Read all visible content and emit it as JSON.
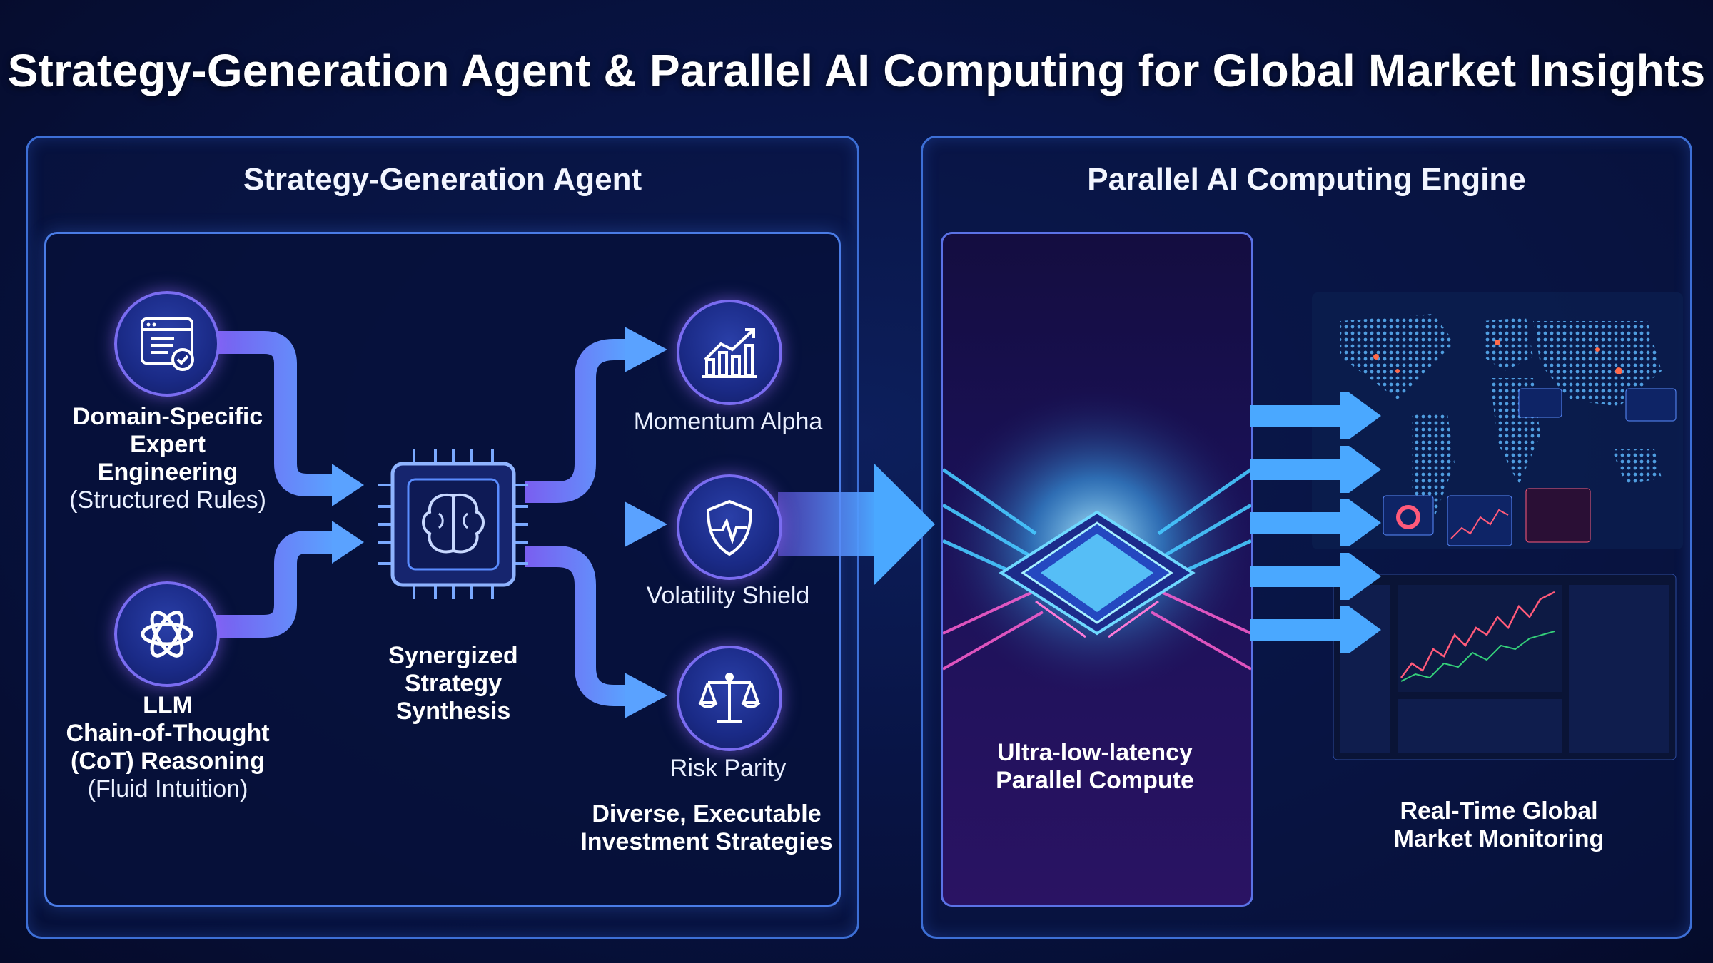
{
  "title": "Strategy-Generation Agent & Parallel AI Computing for Global Market Insights",
  "left_panel": {
    "title": "Strategy-Generation Agent",
    "inputs": [
      {
        "line1": "Domain-Specific",
        "line2": "Expert",
        "line3": "Engineering",
        "note": "(Structured Rules)",
        "icon": "rules-document-icon"
      },
      {
        "line1": "LLM",
        "line2": "Chain-of-Thought",
        "line3": "(CoT) Reasoning",
        "note": "(Fluid Intuition)",
        "icon": "llm-knot-icon"
      }
    ],
    "core": {
      "line1": "Synergized",
      "line2": "Strategy",
      "line3": "Synthesis",
      "icon": "brain-chip-icon"
    },
    "outputs": [
      {
        "label": "Momentum Alpha",
        "icon": "trend-chart-icon"
      },
      {
        "label": "Volatility Shield",
        "icon": "shield-pulse-icon"
      },
      {
        "label": "Risk Parity",
        "icon": "balance-scale-icon"
      }
    ],
    "outputs_caption": {
      "line1": "Diverse, Executable",
      "line2": "Investment Strategies"
    }
  },
  "right_panel": {
    "title": "Parallel AI Computing Engine",
    "compute": {
      "line1": "Ultra-low-latency",
      "line2": "Parallel Compute",
      "icon": "processor-chip-icon"
    },
    "monitor": {
      "line1": "Real-Time Global",
      "line2": "Market Monitoring",
      "icon": "world-map-icon"
    }
  },
  "colors": {
    "accent": "#4a7ce6",
    "arrow": "#5a8cff",
    "violet": "#7a6cf0",
    "background": "#060d2b"
  }
}
